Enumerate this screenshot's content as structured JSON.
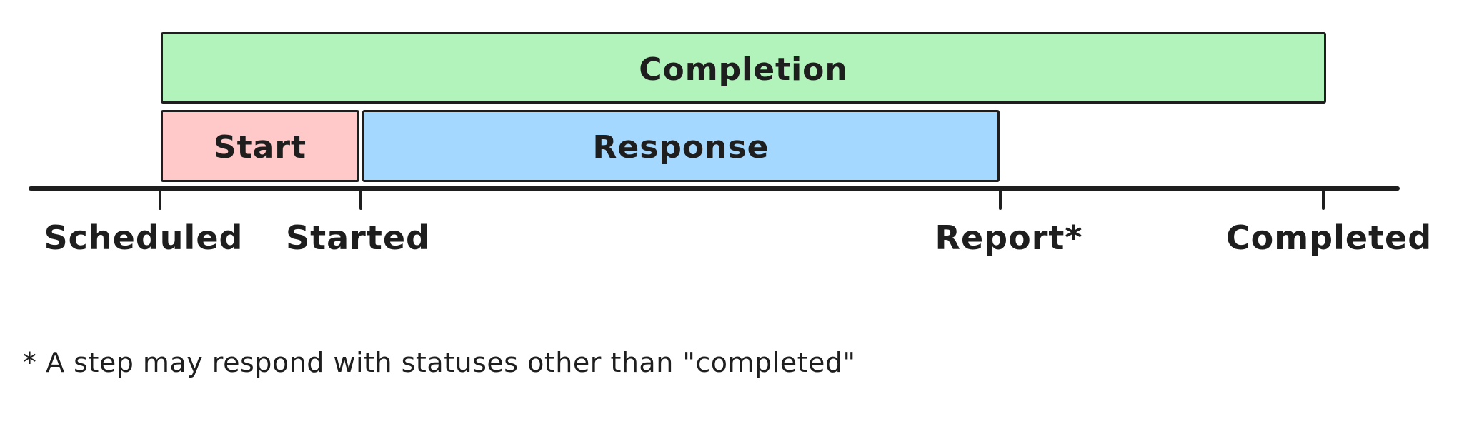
{
  "diagram": {
    "ink_color": "#1e1e1e",
    "background_color": "#ffffff",
    "bars": [
      {
        "name": "completion",
        "label": "Completion",
        "fill": "#b2f2bb"
      },
      {
        "name": "start",
        "label": "Start",
        "fill": "#ffc9c9"
      },
      {
        "name": "response",
        "label": "Response",
        "fill": "#a5d8ff"
      }
    ],
    "axis": {
      "ticks": [
        {
          "name": "scheduled",
          "label": "Scheduled"
        },
        {
          "name": "started",
          "label": "Started"
        },
        {
          "name": "report",
          "label": "Report*"
        },
        {
          "name": "completed",
          "label": "Completed"
        }
      ]
    },
    "footnote": "* A step may respond with statuses other than \"completed\""
  }
}
